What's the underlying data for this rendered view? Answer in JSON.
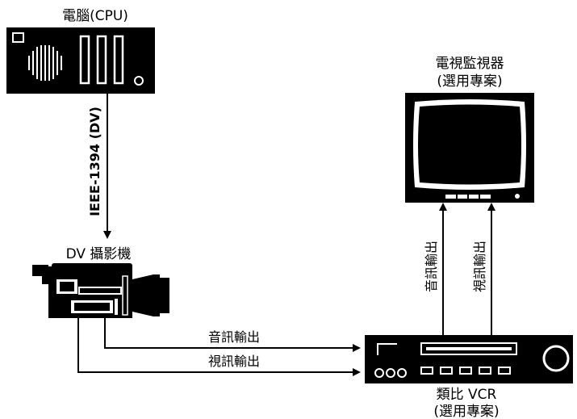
{
  "computer": {
    "label": "電腦(CPU)"
  },
  "camcorder": {
    "label": "DV 攝影機"
  },
  "monitor": {
    "label_line1": "電視監視器",
    "label_line2": "(選用專案)"
  },
  "vcr": {
    "label_line1": "類比 VCR",
    "label_line2": "(選用專案)"
  },
  "connections": {
    "firewire": "IEEE-1394 (DV)",
    "audio_out_to_vcr": "音訊輸出",
    "video_out_to_vcr": "視訊輸出",
    "audio_out_to_monitor": "音訊輸出",
    "video_out_to_monitor": "視訊輸出"
  }
}
